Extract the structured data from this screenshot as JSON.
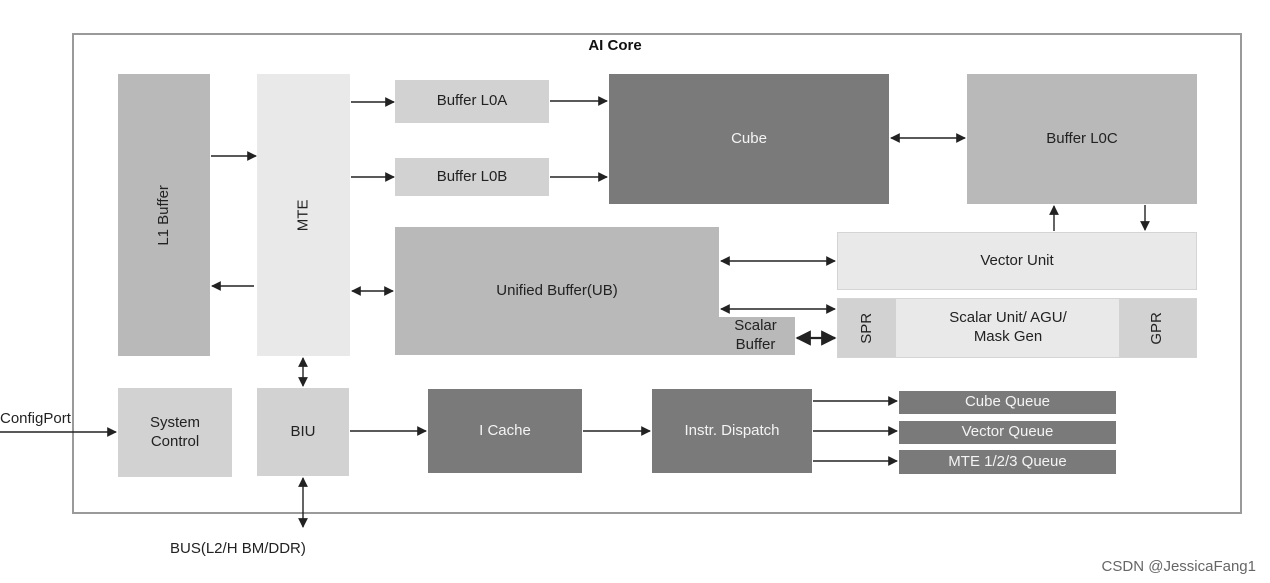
{
  "diagram": {
    "title": "AI Core",
    "blocks": {
      "l1_buffer": "L1 Buffer",
      "mte": "MTE",
      "buffer_l0a": "Buffer L0A",
      "buffer_l0b": "Buffer L0B",
      "cube": "Cube",
      "buffer_l0c": "Buffer L0C",
      "unified_buffer": "Unified Buffer(UB)",
      "vector_unit": "Vector Unit",
      "scalar_buffer_line1": "Scalar",
      "scalar_buffer_line2": "Buffer",
      "spr": "SPR",
      "scalar_unit_line1": "Scalar Unit/ AGU/",
      "scalar_unit_line2": "Mask Gen",
      "gpr": "GPR",
      "system_control_line1": "System",
      "system_control_line2": "Control",
      "biu": "BIU",
      "i_cache": "I Cache",
      "instr_dispatch": "Instr. Dispatch",
      "cube_queue": "Cube Queue",
      "vector_queue": "Vector Queue",
      "mte_queue": "MTE 1/2/3 Queue"
    },
    "external": {
      "config_port": "ConfigPort",
      "bus": "BUS(L2/H BM/DDR)"
    },
    "watermark": "CSDN @JessicaFang1"
  }
}
